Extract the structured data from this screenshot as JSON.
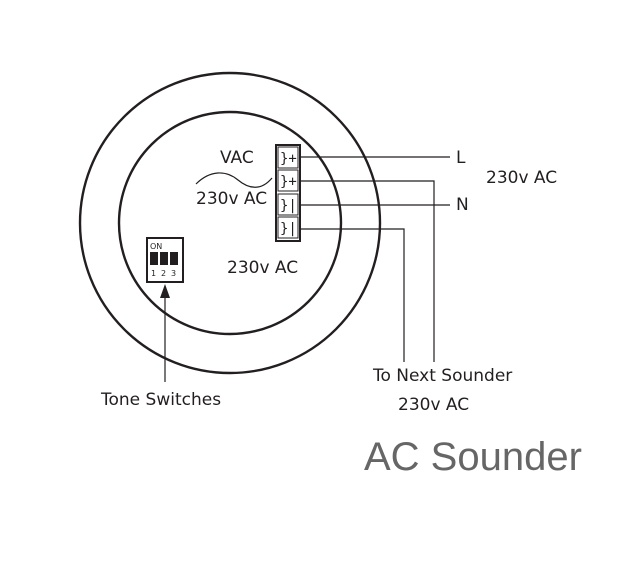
{
  "diagram": {
    "title": "AC Sounder",
    "rating_label": "230v AC",
    "supply_label": "230v AC",
    "inner_label_top": "230v AC",
    "inner_label_bottom": "230v AC",
    "vac_label": "VAC",
    "live_label": "L",
    "neutral_label": "N",
    "next_sounder_label": "To Next Sounder",
    "next_sounder_rating": "230v AC",
    "tone_switches_label": "Tone Switches",
    "dip_switch": {
      "on_label": "ON",
      "positions": [
        "1",
        "2",
        "3"
      ]
    },
    "terminals": [
      {
        "symbol": "}+"
      },
      {
        "symbol": "}+"
      },
      {
        "symbol": "}|"
      },
      {
        "symbol": "}|"
      }
    ],
    "colors": {
      "line": "#231f20",
      "title": "#666666",
      "background": "#ffffff"
    }
  }
}
